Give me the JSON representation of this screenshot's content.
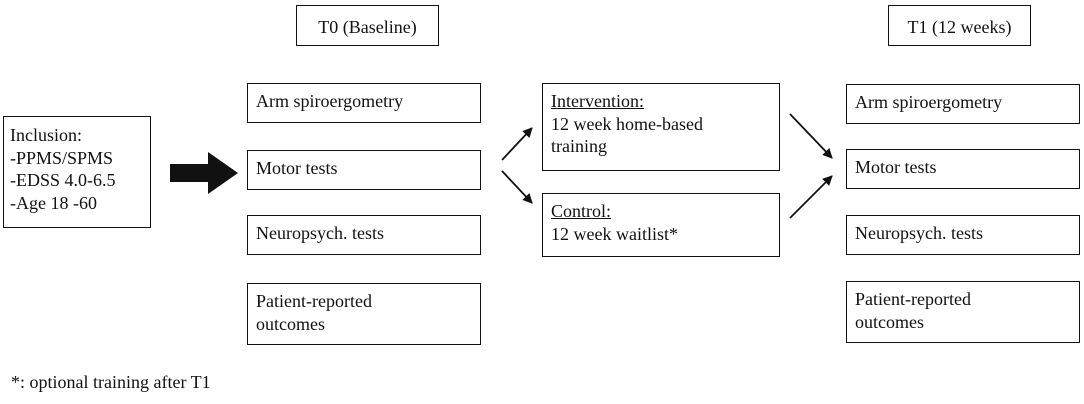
{
  "headers": {
    "t0": "T0 (Baseline)",
    "t1": "T1 (12 weeks)"
  },
  "inclusion": {
    "lines": [
      "Inclusion:",
      "-PPMS/SPMS",
      "-EDSS 4.0-6.5",
      "-Age 18 -60"
    ]
  },
  "baseline_tests": [
    [
      "Arm spiroergometry"
    ],
    [
      "Motor tests"
    ],
    [
      "Neuropsych. tests"
    ],
    [
      "Patient-reported",
      "outcomes"
    ]
  ],
  "intervention": {
    "title": "Intervention:",
    "lines": [
      "12 week home-based",
      "training"
    ]
  },
  "control": {
    "title": "Control:",
    "lines": [
      "12 week waitlist*"
    ]
  },
  "followup_tests": [
    [
      "Arm spiroergometry"
    ],
    [
      "Motor tests"
    ],
    [
      "Neuropsych. tests"
    ],
    [
      "Patient-reported",
      "outcomes"
    ]
  ],
  "footnote": "*: optional training after T1"
}
